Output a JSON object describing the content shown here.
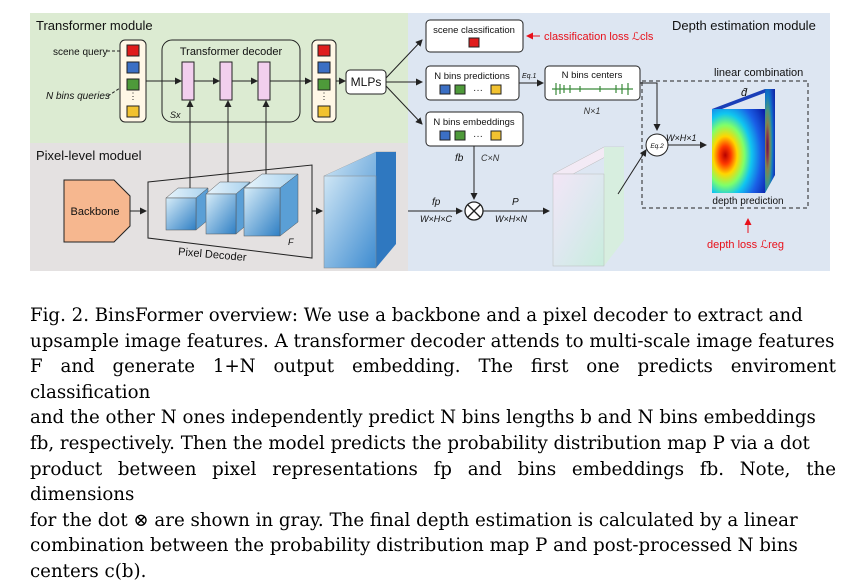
{
  "figure": {
    "labels": {
      "transformer_module": "Transformer module",
      "scene_query": "scene query",
      "bins_queries": "N bins queries",
      "transformer_decoder": "Transformer decoder",
      "sx": "Sx",
      "mlps": "MLPs",
      "scene_classification": "scene classification",
      "classification_loss": "classification loss ℒcls",
      "depth_module": "Depth estimation module",
      "bins_predictions": "N bins predictions",
      "eq1": "Eq.1",
      "bins_centers": "N bins centers",
      "nx1": "N×1",
      "linear_combination": "linear combination",
      "d_hat": "d̂",
      "bins_embeddings": "N bins embeddings",
      "fb": "fb",
      "cxn": "C×N",
      "wxhx1": "W×H×1",
      "eq2": "Eq.2",
      "pixel_module": "Pixel-level moduel",
      "backbone": "Backbone",
      "pixel_decoder": "Pixel Decoder",
      "F": "F",
      "fp": "fp",
      "wxhxc": "W×H×C",
      "P": "P",
      "wxhxn": "W×H×N",
      "depth_prediction": "depth prediction",
      "depth_loss": "depth loss ℒreg",
      "dots": "···"
    },
    "colors": {
      "transformer_bg": "#dcebd2",
      "depth_bg": "#dde6f2",
      "pixel_bg": "#e4e1e1",
      "red": "#e01b1b",
      "blue": "#3b6fc4",
      "green": "#4e9a3a",
      "yellow": "#f2c230",
      "decoder_block": "#f2cfee",
      "backbone": "#f6b78f",
      "loss_red": "#e8101a"
    }
  },
  "caption": {
    "lines": [
      "Fig. 2. BinsFormer overview: We use a backbone and a pixel decoder to extract and",
      "upsample image features. A transformer decoder attends to multi-scale image features",
      "F and generate 1+N output embedding. The first one predicts enviroment classification",
      "and the other N ones independently predict N bins lengths b and N bins embeddings",
      "fb, respectively. Then the model predicts the probability distribution map P via a dot",
      "product between pixel representations fp and bins embeddings fb. Note, the dimensions",
      "for the dot ⊗ are shown in gray. The final depth estimation is calculated by a linear",
      "combination between the probability distribution map P and post-processed N bins",
      "centers c(b)."
    ]
  }
}
